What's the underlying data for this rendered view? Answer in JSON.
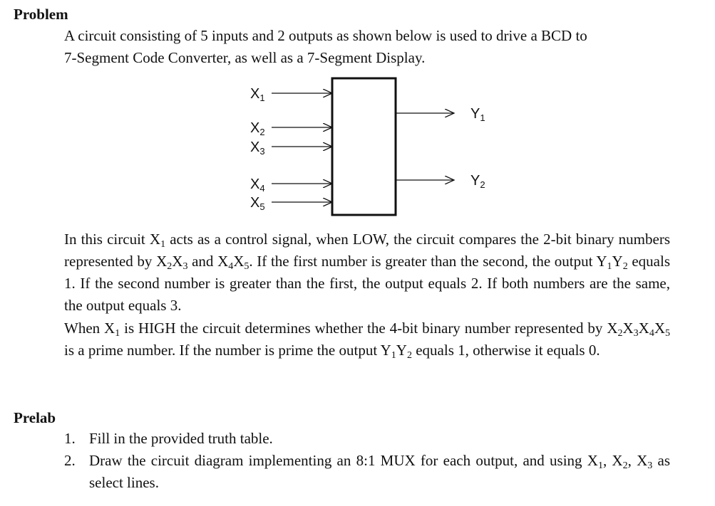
{
  "headings": {
    "problem": "Problem",
    "prelab": "Prelab"
  },
  "intro": {
    "line1": "A circuit consisting of 5 inputs and 2 outputs as shown below is used to drive a BCD to",
    "line2": "7-Segment Code Converter, as well as a 7-Segment Display."
  },
  "diagram": {
    "inputs": [
      {
        "var": "X",
        "sub": "1"
      },
      {
        "var": "X",
        "sub": "2"
      },
      {
        "var": "X",
        "sub": "3"
      },
      {
        "var": "X",
        "sub": "4"
      },
      {
        "var": "X",
        "sub": "5"
      }
    ],
    "outputs": [
      {
        "var": "Y",
        "sub": "1"
      },
      {
        "var": "Y",
        "sub": "2"
      }
    ]
  },
  "desc1": {
    "t1": "In this circuit X",
    "s1": "1",
    "t2": " acts as a control signal, when LOW, the circuit compares the 2-bit binary numbers represented by X",
    "s2": "2",
    "t3": "X",
    "s3": "3",
    "t4": " and X",
    "s4": "4",
    "t5": "X",
    "s5": "5",
    "t6": ". If the first number is greater than the second, the output Y",
    "s6": "1",
    "t7": "Y",
    "s7": "2",
    "t8": " equals 1. If the second number is greater than the first, the output equals 2. If both numbers are the same, the output equals 3."
  },
  "desc2": {
    "t1": "When X",
    "s1": "1",
    "t2": " is HIGH the circuit determines whether the 4-bit binary number represented by X",
    "s2": "2",
    "t3": "X",
    "s3": "3",
    "t4": "X",
    "s4": "4",
    "t5": "X",
    "s5": "5",
    "t6": " is a prime number. If the number is prime the output Y",
    "s6": "1",
    "t7": "Y",
    "s7": "2",
    "t8": " equals 1, otherwise it equals 0."
  },
  "prelab": {
    "item1": {
      "num": "1.",
      "text": "Fill in the provided truth table."
    },
    "item2": {
      "num": "2.",
      "t1": "Draw the circuit diagram implementing an 8:1 MUX for each output, and using X",
      "s1": "1",
      "t2": ", X",
      "s2": "2",
      "t3": ", X",
      "s3": "3",
      "t4": " as select lines."
    }
  }
}
